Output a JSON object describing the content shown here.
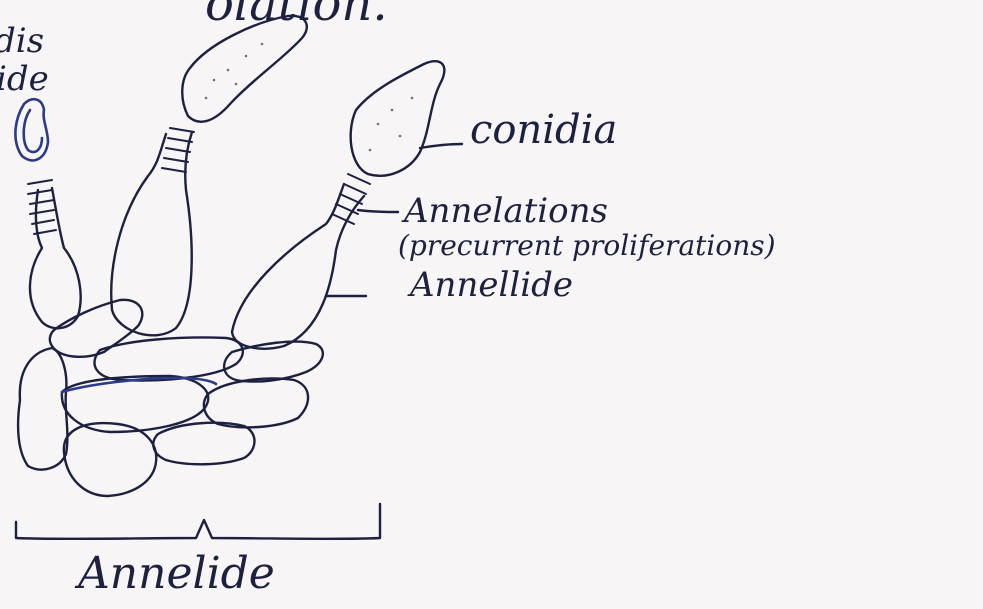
{
  "labels": {
    "top_fragment": "olation.",
    "left_fragment_1": "dis",
    "left_fragment_2": "ide",
    "conidia": "conidia",
    "annelations": "Annelations",
    "proliferations": "(precurrent proliferations)",
    "annellide_right": "Annellide",
    "annellide_bottom": "Annelide"
  },
  "colors": {
    "ink": "#1c2140",
    "blue_ink": "#2c3a8a",
    "paper": "#f7f5f6"
  }
}
